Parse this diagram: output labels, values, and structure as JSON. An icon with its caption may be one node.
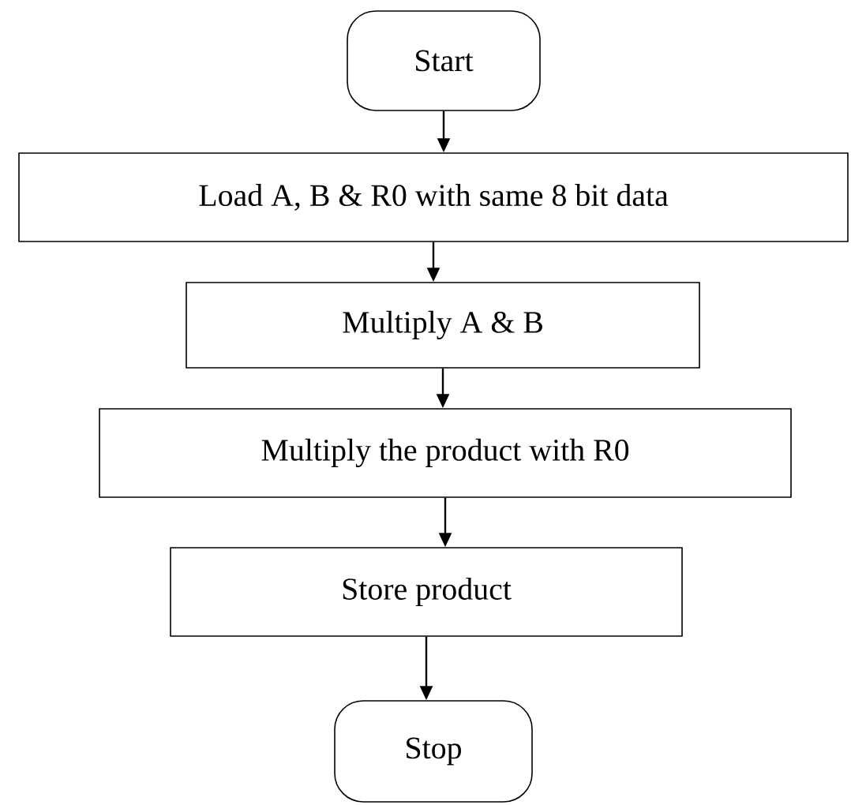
{
  "diagram": {
    "nodes": [
      {
        "text": [
          "Start"
        ]
      },
      {
        "text": [
          "Load A, B & R0 with same 8 bit data"
        ]
      },
      {
        "text": [
          "Multiply A & B"
        ]
      },
      {
        "text": [
          "Multiply the product with R0"
        ]
      },
      {
        "text": [
          "Store product"
        ]
      },
      {
        "text": [
          "Stop"
        ]
      }
    ],
    "edges": [
      {
        "from": 0,
        "to": 1,
        "arrow": "to"
      },
      {
        "from": 1,
        "to": 2,
        "arrow": "to"
      },
      {
        "from": 2,
        "to": 3,
        "arrow": "to"
      },
      {
        "from": 3,
        "to": 4,
        "arrow": "to"
      },
      {
        "from": 4,
        "to": 5,
        "arrow": "to"
      }
    ]
  }
}
